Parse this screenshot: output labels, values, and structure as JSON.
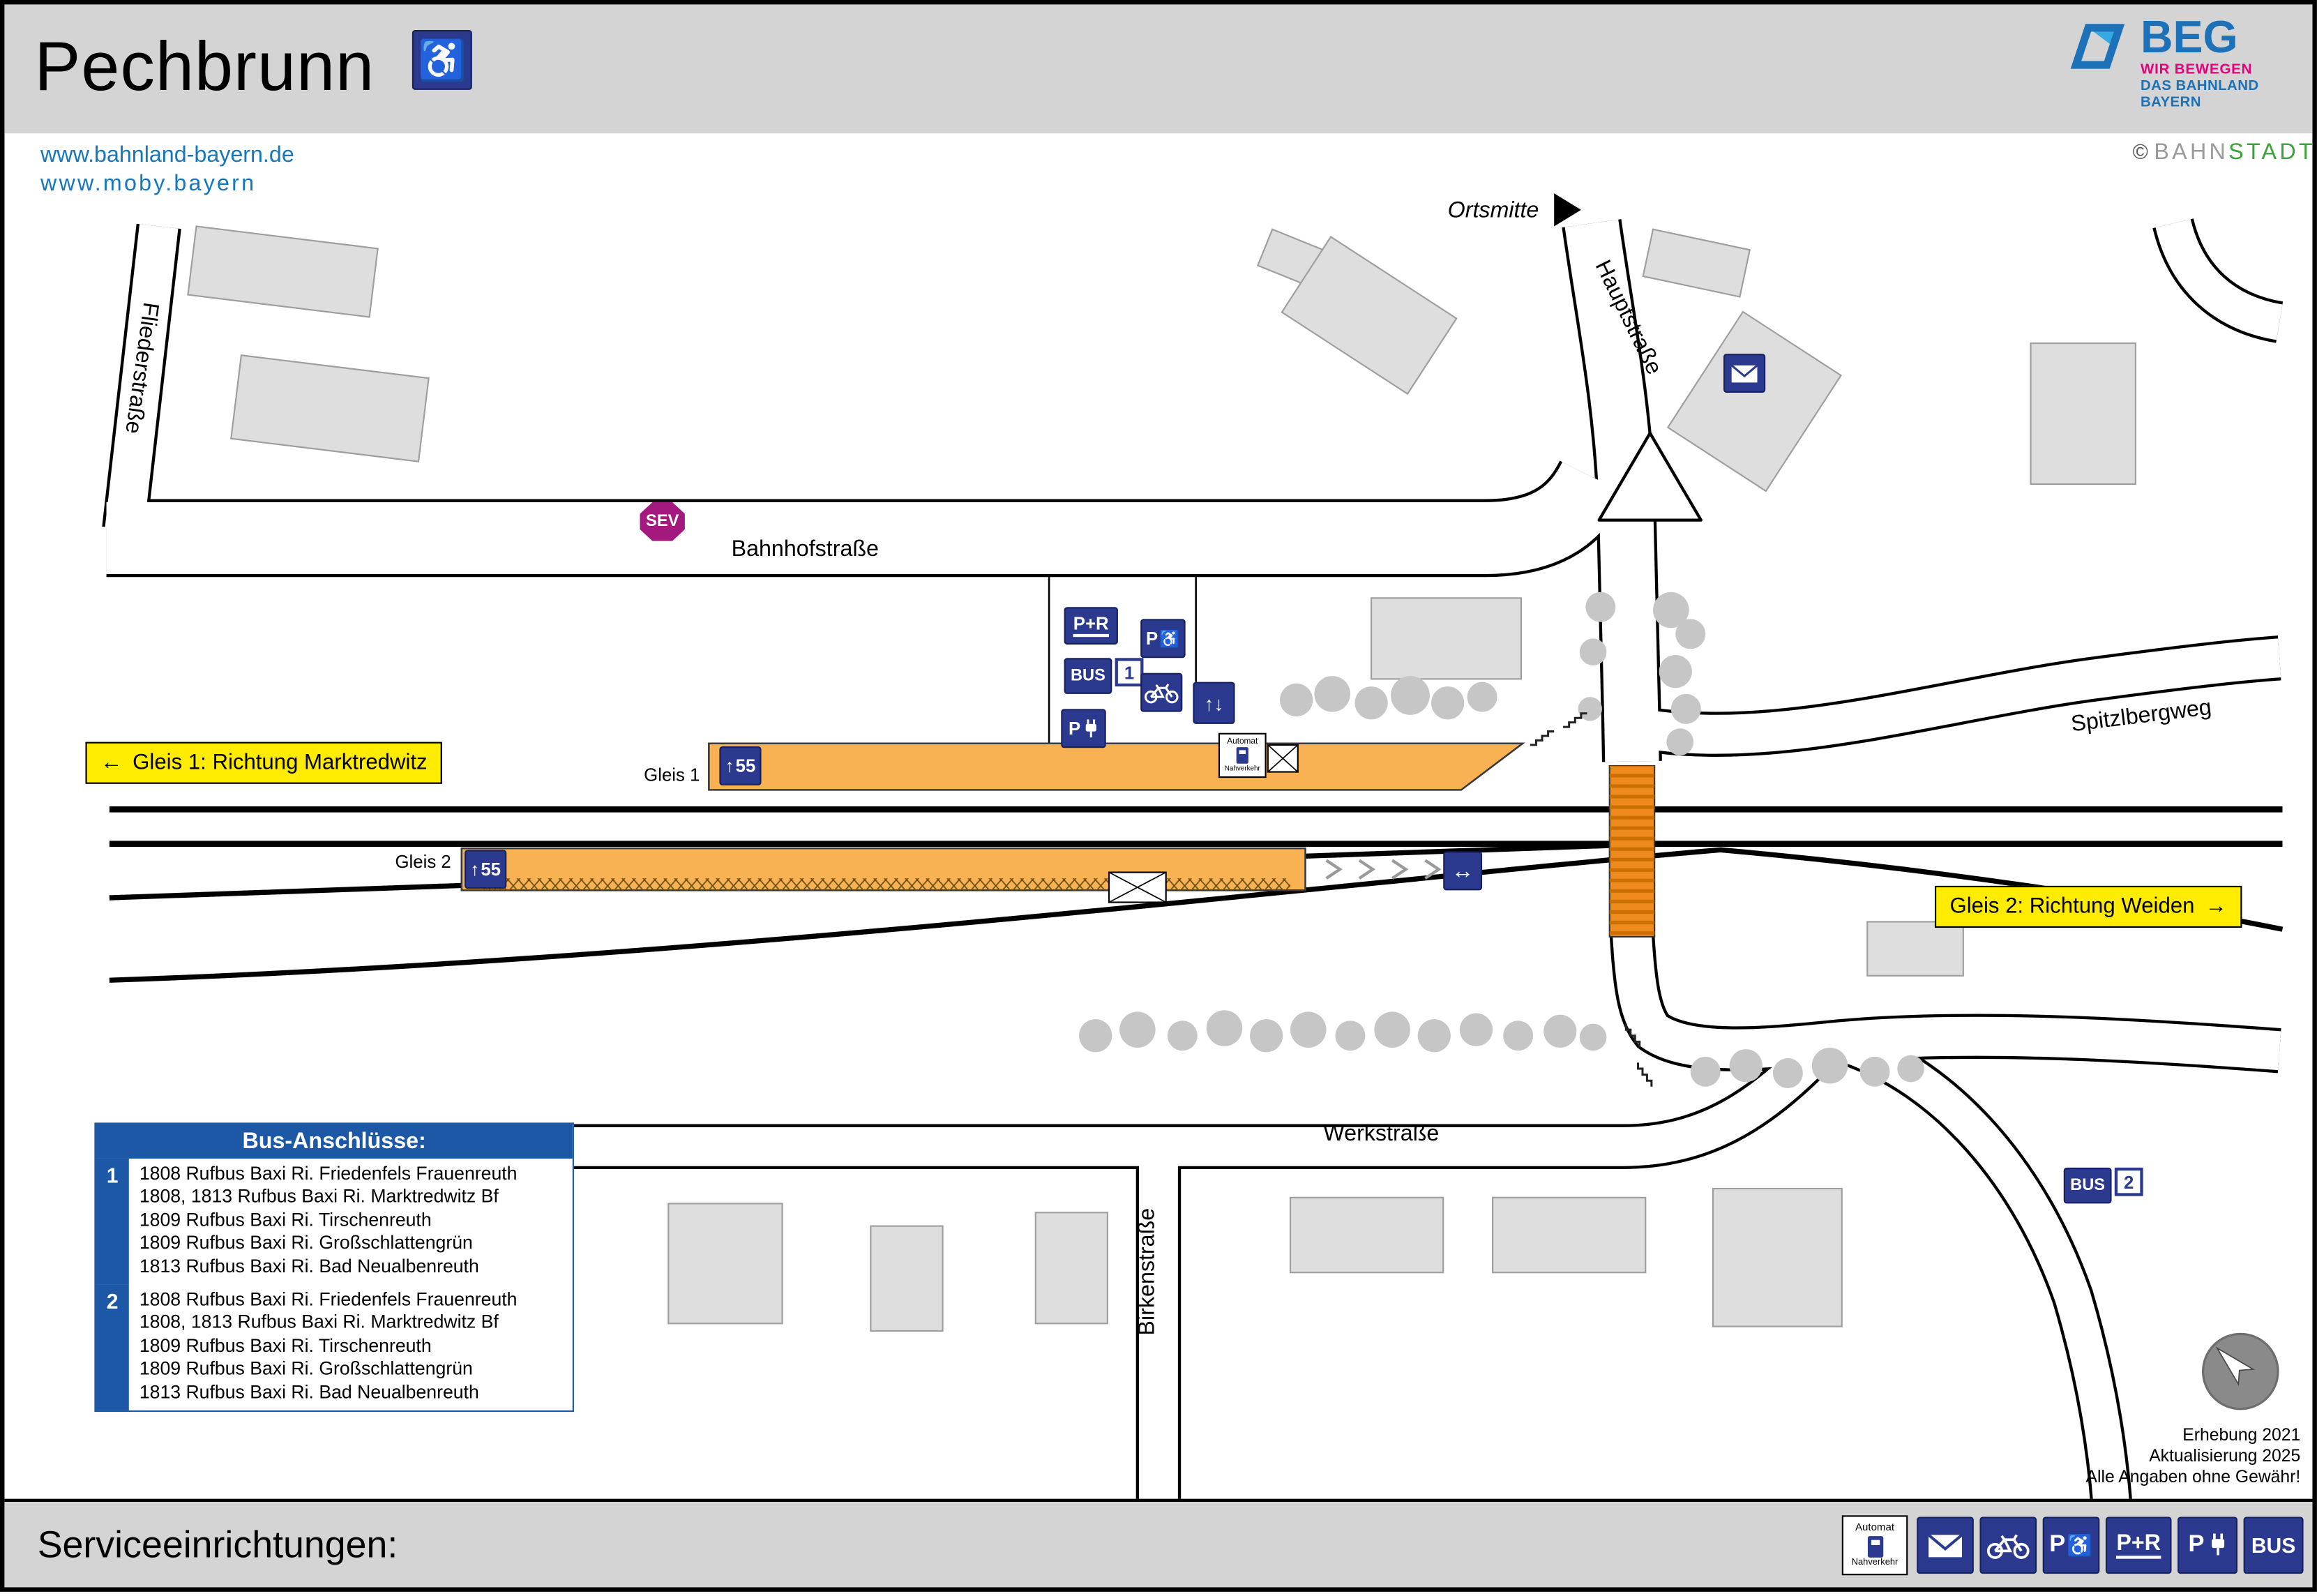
{
  "header": {
    "title": "Pechbrunn"
  },
  "links": {
    "line1": "www.bahnland-bayern.de",
    "line2": "www.moby.bayern"
  },
  "branding": {
    "beg": "BEG",
    "tag1": "WIR BEWEGEN",
    "tag2": "DAS BAHNLAND BAYERN",
    "copyright": "©",
    "bahn": "BAHN",
    "stadt": "STADT"
  },
  "map": {
    "streets": {
      "fliederstrasse": "Fliederstraße",
      "bahnhofstrasse": "Bahnhofstraße",
      "hauptstrasse": "Hauptstraße",
      "spitzlbergweg": "Spitzlbergweg",
      "werkstrasse": "Werkstraße",
      "birkenstrasse": "Birkenstraße"
    },
    "ortsmitte": "Ortsmitte",
    "sev": "SEV",
    "gleis1_label": "Gleis 1",
    "gleis2_label": "Gleis 2",
    "direction_gleis1": "Gleis 1: Richtung Marktredwitz",
    "direction_gleis2": "Gleis 2: Richtung Weiden",
    "platform_height": "55",
    "stop1": "1",
    "stop2": "2",
    "arrow_left": "←",
    "arrow_right": "→",
    "arrow_up": "↑",
    "arrow_updown": "↑↓",
    "arrow_leftright": "↔"
  },
  "icons": {
    "bus": "BUS",
    "pr": "P+R",
    "p": "P",
    "automat1": "Automat",
    "automat2": "Nahverkehr",
    "wheelchair": "♿"
  },
  "bus_box": {
    "title": "Bus-Anschlüsse:",
    "groups": [
      {
        "number": "1",
        "lines": [
          "1808 Rufbus Baxi Ri. Friedenfels Frauenreuth",
          "1808, 1813 Rufbus Baxi Ri. Marktredwitz Bf",
          "1809 Rufbus Baxi Ri. Tirschenreuth",
          "1809 Rufbus Baxi Ri. Großschlattengrün",
          "1813 Rufbus Baxi Ri. Bad Neualbenreuth"
        ]
      },
      {
        "number": "2",
        "lines": [
          "1808 Rufbus Baxi Ri. Friedenfels Frauenreuth",
          "1808, 1813 Rufbus Baxi Ri. Marktredwitz Bf",
          "1809 Rufbus Baxi Ri. Tirschenreuth",
          "1809 Rufbus Baxi Ri. Großschlattengrün",
          "1813 Rufbus Baxi Ri. Bad Neualbenreuth"
        ]
      }
    ]
  },
  "notes": {
    "line1": "Erhebung 2021",
    "line2": "Aktualisierung 2025",
    "line3": "Alle Angaben ohne Gewähr!"
  },
  "footer": {
    "label": "Serviceeinrichtungen:"
  },
  "colors": {
    "icon_blue": "#2b3a8f",
    "busbox_blue": "#1d58a7",
    "yellow": "#ffec00",
    "platform_orange": "#f8b254",
    "crossing_orange": "#ef8b1c",
    "sev_magenta": "#a3197e",
    "link_blue": "#1577bd",
    "beg_blue": "#1d71b8",
    "beg_magenta": "#e5007d",
    "stadt_green": "#3aa338"
  }
}
